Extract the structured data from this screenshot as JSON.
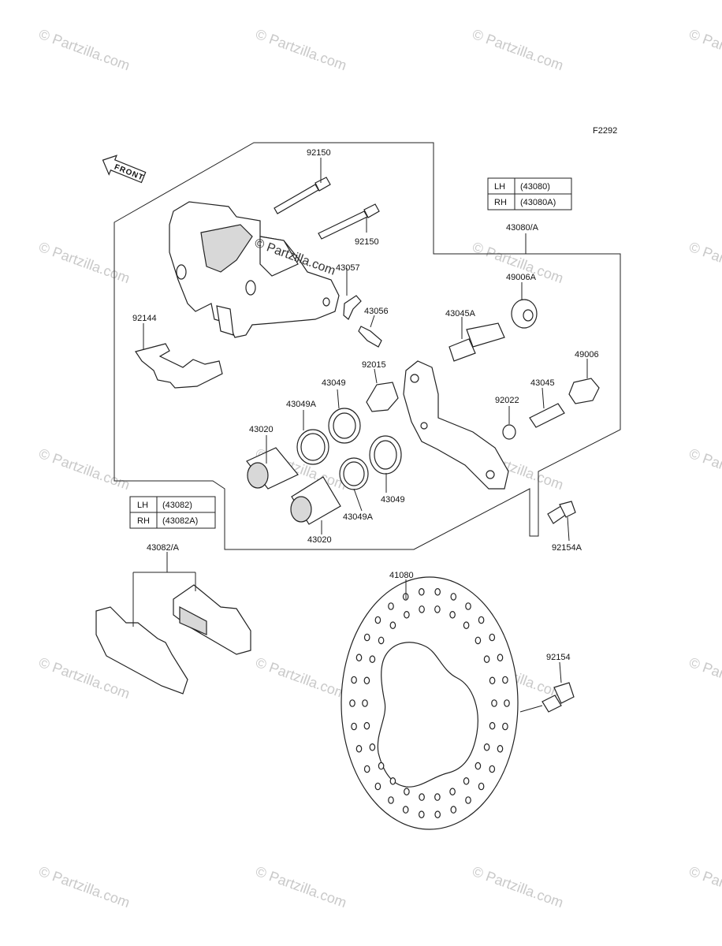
{
  "figure_code": "F2292",
  "front_label": "FRONT",
  "watermark_text": "© Partzilla.com",
  "center_watermark": "© Partzilla.com",
  "caliper_table": [
    {
      "side": "LH",
      "part": "(43080)"
    },
    {
      "side": "RH",
      "part": "(43080A)"
    }
  ],
  "pad_table": [
    {
      "side": "LH",
      "part": "(43082)"
    },
    {
      "side": "RH",
      "part": "(43082A)"
    }
  ],
  "labels": {
    "p92150_top": "92150",
    "p92150_mid": "92150",
    "p43057": "43057",
    "p43056": "43056",
    "p43080A": "43080/A",
    "p49006A": "49006A",
    "p43045A": "43045A",
    "p92144": "92144",
    "p92015": "92015",
    "p49006": "49006",
    "p43049_top": "43049",
    "p43045": "43045",
    "p43049A_top": "43049A",
    "p92022": "92022",
    "p43020_top": "43020",
    "p43049_bottom": "43049",
    "p43049A_bottom": "43049A",
    "p43020_bottom": "43020",
    "p92154A": "92154A",
    "p43082A": "43082/A",
    "p41080": "41080",
    "p92154": "92154"
  }
}
